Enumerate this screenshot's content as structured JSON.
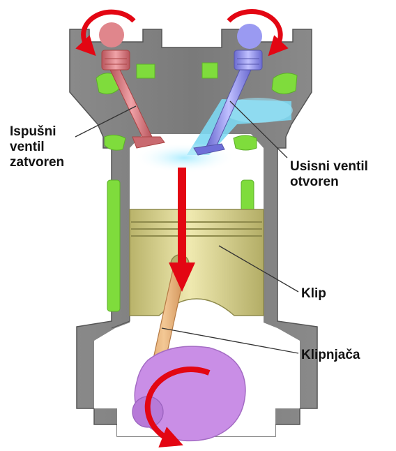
{
  "labels": {
    "exhaust_line1": "Ispušni",
    "exhaust_line2": "ventil",
    "exhaust_line3": "zatvoren",
    "intake_line1": "Usisni ventil",
    "intake_line2": "otvoren",
    "piston": "Klip",
    "connecting_rod": "Klipnjača"
  },
  "colors": {
    "engine_block": "#808080",
    "block_outline": "#555555",
    "coolant_passages": "#7fdc3c",
    "exhaust_valve": "#d9737b",
    "intake_valve": "#8e8ee6",
    "intake_air": "#7dd8f2",
    "piston": "#ddd79a",
    "connecting_rod": "#e8b27d",
    "crankshaft": "#c98ee6",
    "motion_arrows": "#e30613"
  }
}
